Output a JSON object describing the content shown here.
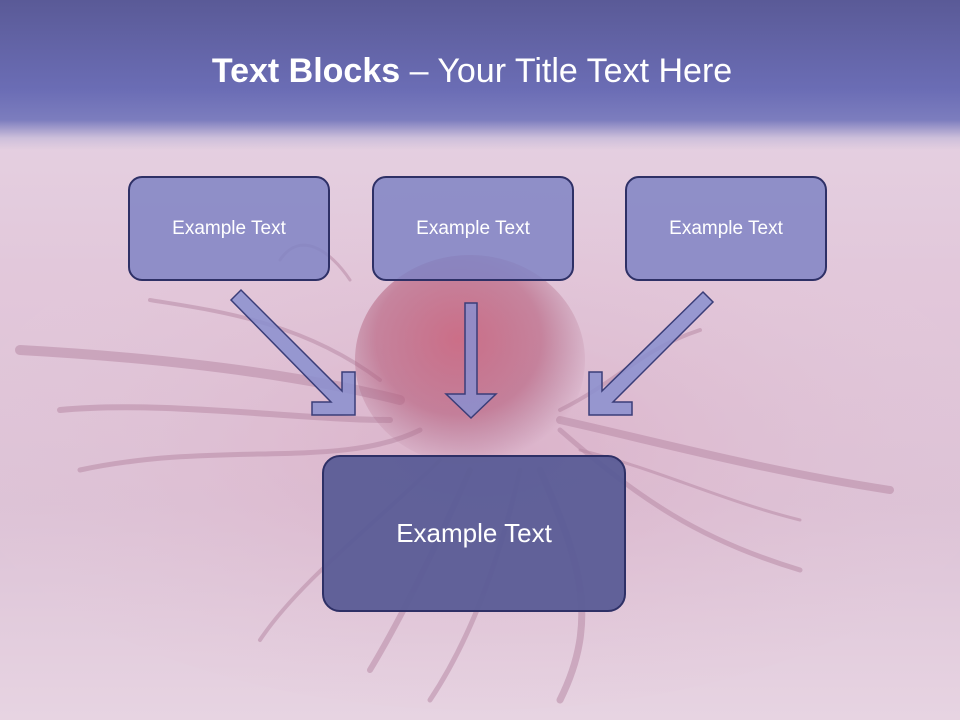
{
  "slide": {
    "title_bold": "Text Blocks",
    "title_dash": " – ",
    "title_rest": "Your Title Text Here",
    "box_left": "Example Text",
    "box_center": "Example Text",
    "box_right": "Example Text",
    "box_main": "Example Text"
  },
  "colors": {
    "title_band": "#6b6db5",
    "small_box_fill": "#8084c4",
    "main_box_fill": "#5a5c96",
    "box_border": "#2e3066",
    "arrow_fill": "#8a8fcf"
  }
}
